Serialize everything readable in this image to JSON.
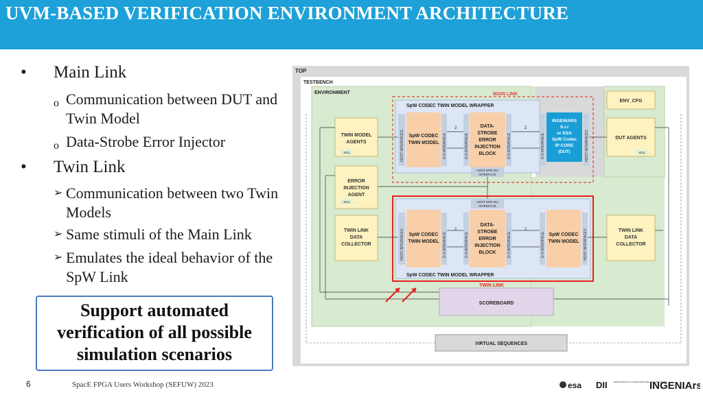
{
  "slide": {
    "title": "UVM-BASED VERIFICATION ENVIRONMENT ARCHITECTURE",
    "page_number": "6",
    "footer": "SpacE FPGA Users Workshop (SEFUW) 2023"
  },
  "bullets": {
    "main_link": {
      "label": "Main Link",
      "marker": "•",
      "sub_marker": "o",
      "items": [
        "Communication between DUT and Twin Model",
        "Data-Strobe Error Injector"
      ]
    },
    "twin_link": {
      "label": "Twin Link",
      "marker": "•",
      "sub_marker": "➢",
      "items": [
        "Communication between two Twin Models",
        "Same stimuli of the Main Link",
        "Emulates the ideal behavior of the SpW Link"
      ]
    }
  },
  "callout": {
    "text": "Support automated verification of all possible simulation scenarios"
  },
  "diagram": {
    "top": "TOP",
    "testbench": "TESTBENCH",
    "environment": "ENVIRONMENT",
    "env_cfg": "ENV_CFG",
    "main_link": "MAIN LINK",
    "twin_link": "TWIN LINK",
    "wrapper": "SpW CODEC TWIN MODEL WRAPPER",
    "wrapper_bottom": "SpW CODEC TWIN MODEL WRAPPER",
    "host_interfaces": "HOST INTERFACES",
    "ds_interface": "D-S INTERFACE",
    "spw_twin": [
      "SpW CODEC",
      "TWIN MODEL"
    ],
    "data_strobe": [
      "DATA-",
      "STROBE",
      "ERROR",
      "INJECTION",
      "BLOCK"
    ],
    "dut": [
      "INGENIARS",
      "S.r.l",
      "or ESA",
      "SpW Codec",
      "IP CORE",
      "(DUT)"
    ],
    "twin_agents": [
      "TWIN MODEL",
      "AGENTS"
    ],
    "dut_agents": "DUT AGENTS",
    "error_agent": [
      "ERROR",
      "INJECTION",
      "AGENT"
    ],
    "twin_collector": [
      "TWIN LINK",
      "DATA",
      "COLLECTOR"
    ],
    "seq": "SEQ",
    "host_err": [
      "HOST ERR INJ",
      "INTERFACE"
    ],
    "scoreboard": "SCOREBOARD",
    "virtual_sequences": "VIRTUAL SEQUENCES",
    "bus_width": "2",
    "colors": {
      "top_bg": "#d9d9d9",
      "env_bg": "#d8ead0",
      "wrapper_bg": "#dce6f5",
      "twin_model": "#f8cfa8",
      "agent": "#fdf2c0",
      "dut": "#1a9ed6",
      "scoreboard": "#e2d6ea",
      "main_link": "#e04040",
      "twin_link_box": "#e82020"
    }
  },
  "logos": {
    "esa": "esa",
    "dii": "DII",
    "dii_sub": "DIPARTIMENTO DI INGEGNERIA DELL'INFORMAZIONE",
    "ingeniars": "INGENIArs"
  }
}
